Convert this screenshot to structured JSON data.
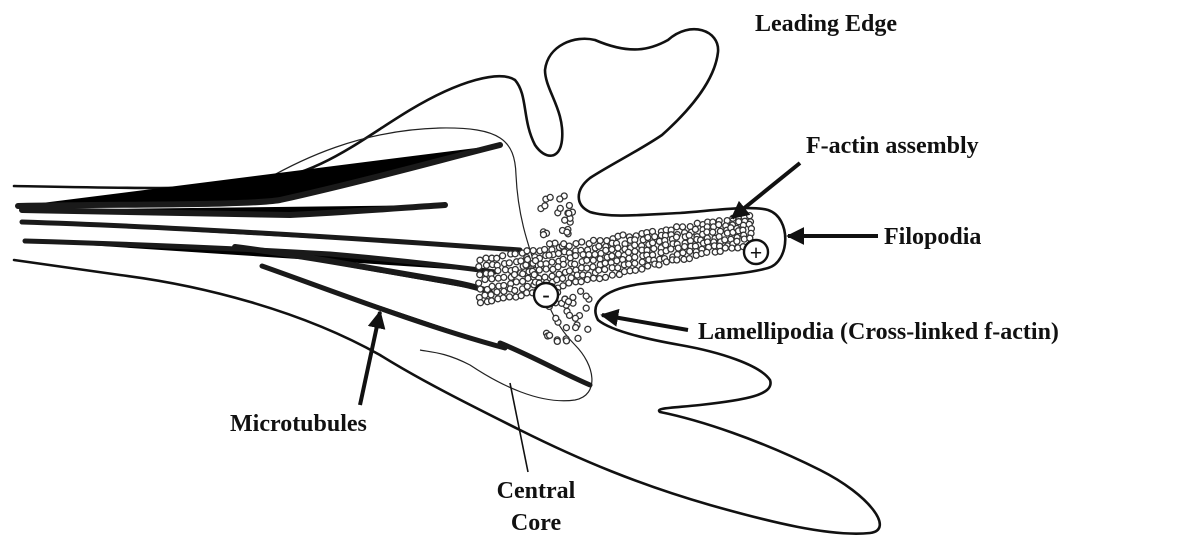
{
  "labels": {
    "leading_edge": "Leading Edge",
    "f_actin_assembly": "F-actin assembly",
    "filopodia": "Filopodia",
    "lamellipodia": "Lamellipodia (Cross-linked f-actin)",
    "microtubules": "Microtubules",
    "central_core_line1": "Central",
    "central_core_line2": "Core",
    "minus_end": "-",
    "plus_end": "+"
  },
  "colors": {
    "ink": "#111111",
    "background": "#ffffff"
  }
}
